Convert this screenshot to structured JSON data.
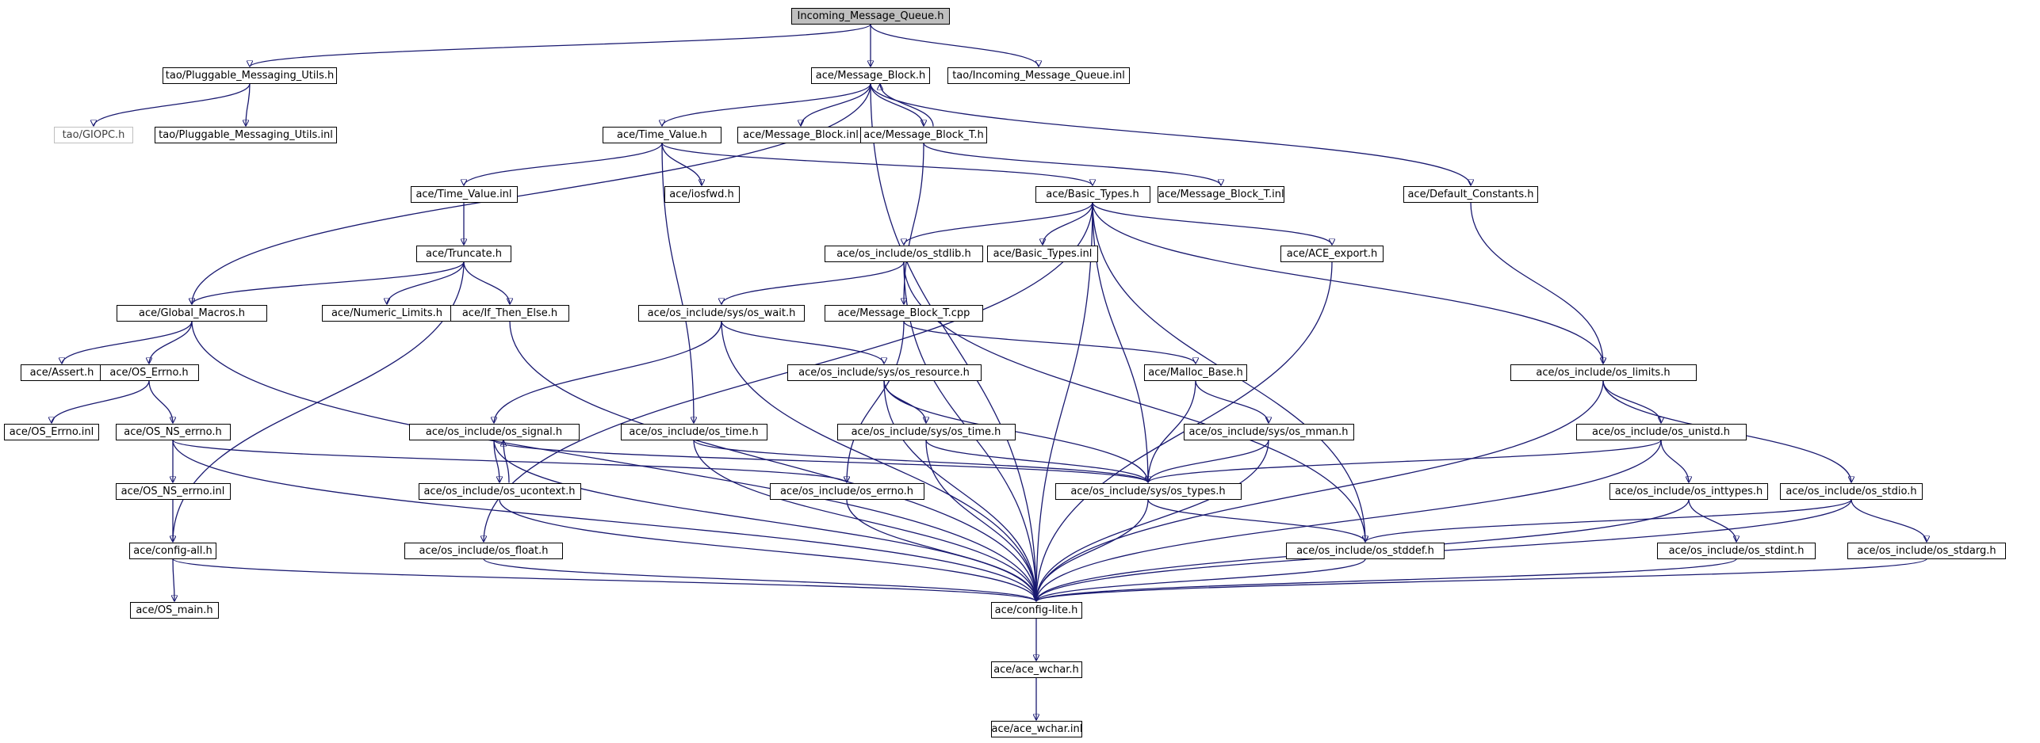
{
  "diagram": {
    "type": "include-dependency-graph",
    "nodes": [
      {
        "label": "Incoming_Message_Queue.h",
        "style": "root"
      },
      {
        "label": "tao/Pluggable_Messaging_Utils.h",
        "style": "normal"
      },
      {
        "label": "ace/Message_Block.h",
        "style": "normal"
      },
      {
        "label": "tao/Incoming_Message_Queue.inl",
        "style": "normal"
      },
      {
        "label": "tao/GIOPC.h",
        "style": "external"
      },
      {
        "label": "tao/Pluggable_Messaging_Utils.inl",
        "style": "normal"
      },
      {
        "label": "ace/Time_Value.h",
        "style": "normal"
      },
      {
        "label": "ace/Message_Block.inl",
        "style": "normal"
      },
      {
        "label": "ace/Message_Block_T.h",
        "style": "normal"
      },
      {
        "label": "ace/Time_Value.inl",
        "style": "normal"
      },
      {
        "label": "ace/iosfwd.h",
        "style": "normal"
      },
      {
        "label": "ace/Basic_Types.h",
        "style": "normal"
      },
      {
        "label": "ace/Message_Block_T.inl",
        "style": "normal"
      },
      {
        "label": "ace/Default_Constants.h",
        "style": "normal"
      },
      {
        "label": "ace/Truncate.h",
        "style": "normal"
      },
      {
        "label": "ace/os_include/os_stdlib.h",
        "style": "normal"
      },
      {
        "label": "ace/Basic_Types.inl",
        "style": "normal"
      },
      {
        "label": "ace/ACE_export.h",
        "style": "normal"
      },
      {
        "label": "ace/Global_Macros.h",
        "style": "normal"
      },
      {
        "label": "ace/Numeric_Limits.h",
        "style": "normal"
      },
      {
        "label": "ace/If_Then_Else.h",
        "style": "normal"
      },
      {
        "label": "ace/os_include/sys/os_wait.h",
        "style": "normal"
      },
      {
        "label": "ace/Message_Block_T.cpp",
        "style": "normal"
      },
      {
        "label": "ace/Assert.h",
        "style": "normal"
      },
      {
        "label": "ace/OS_Errno.h",
        "style": "normal"
      },
      {
        "label": "ace/os_include/sys/os_resource.h",
        "style": "normal"
      },
      {
        "label": "ace/Malloc_Base.h",
        "style": "normal"
      },
      {
        "label": "ace/os_include/os_limits.h",
        "style": "normal"
      },
      {
        "label": "ace/OS_Errno.inl",
        "style": "normal"
      },
      {
        "label": "ace/OS_NS_errno.h",
        "style": "normal"
      },
      {
        "label": "ace/os_include/os_signal.h",
        "style": "normal"
      },
      {
        "label": "ace/os_include/os_time.h",
        "style": "normal"
      },
      {
        "label": "ace/os_include/sys/os_time.h",
        "style": "normal"
      },
      {
        "label": "ace/os_include/sys/os_mman.h",
        "style": "normal"
      },
      {
        "label": "ace/os_include/os_unistd.h",
        "style": "normal"
      },
      {
        "label": "ace/OS_NS_errno.inl",
        "style": "normal"
      },
      {
        "label": "ace/os_include/os_ucontext.h",
        "style": "normal"
      },
      {
        "label": "ace/os_include/os_errno.h",
        "style": "normal"
      },
      {
        "label": "ace/os_include/sys/os_types.h",
        "style": "normal"
      },
      {
        "label": "ace/os_include/os_inttypes.h",
        "style": "normal"
      },
      {
        "label": "ace/os_include/os_stdio.h",
        "style": "normal"
      },
      {
        "label": "ace/config-all.h",
        "style": "normal"
      },
      {
        "label": "ace/os_include/os_float.h",
        "style": "normal"
      },
      {
        "label": "ace/os_include/os_stddef.h",
        "style": "normal"
      },
      {
        "label": "ace/os_include/os_stdint.h",
        "style": "normal"
      },
      {
        "label": "ace/os_include/os_stdarg.h",
        "style": "normal"
      },
      {
        "label": "ace/OS_main.h",
        "style": "normal"
      },
      {
        "label": "ace/config-lite.h",
        "style": "normal"
      },
      {
        "label": "ace/ace_wchar.h",
        "style": "normal"
      },
      {
        "label": "ace/ace_wchar.inl",
        "style": "normal"
      }
    ],
    "edges": [
      [
        0,
        1
      ],
      [
        0,
        2
      ],
      [
        0,
        3
      ],
      [
        1,
        4
      ],
      [
        1,
        5
      ],
      [
        2,
        18
      ],
      [
        2,
        6
      ],
      [
        2,
        7
      ],
      [
        2,
        8
      ],
      [
        2,
        13
      ],
      [
        2,
        47
      ],
      [
        8,
        2
      ],
      [
        8,
        12
      ],
      [
        8,
        22
      ],
      [
        6,
        9
      ],
      [
        6,
        10
      ],
      [
        6,
        11
      ],
      [
        6,
        31
      ],
      [
        9,
        14
      ],
      [
        14,
        18
      ],
      [
        14,
        19
      ],
      [
        14,
        20
      ],
      [
        14,
        41
      ],
      [
        11,
        15
      ],
      [
        11,
        16
      ],
      [
        11,
        17
      ],
      [
        11,
        27
      ],
      [
        11,
        38
      ],
      [
        11,
        43
      ],
      [
        11,
        47
      ],
      [
        11,
        42
      ],
      [
        15,
        21
      ],
      [
        15,
        47
      ],
      [
        15,
        43
      ],
      [
        13,
        27
      ],
      [
        17,
        47
      ],
      [
        18,
        23
      ],
      [
        18,
        24
      ],
      [
        18,
        47
      ],
      [
        24,
        28
      ],
      [
        24,
        29
      ],
      [
        20,
        47
      ],
      [
        21,
        30
      ],
      [
        21,
        25
      ],
      [
        21,
        47
      ],
      [
        22,
        26
      ],
      [
        22,
        37
      ],
      [
        25,
        32
      ],
      [
        25,
        38
      ],
      [
        25,
        47
      ],
      [
        26,
        33
      ],
      [
        26,
        38
      ],
      [
        27,
        34
      ],
      [
        27,
        40
      ],
      [
        27,
        47
      ],
      [
        29,
        35
      ],
      [
        29,
        37
      ],
      [
        29,
        47
      ],
      [
        30,
        36
      ],
      [
        30,
        38
      ],
      [
        30,
        47
      ],
      [
        36,
        30
      ],
      [
        36,
        47
      ],
      [
        31,
        38
      ],
      [
        31,
        47
      ],
      [
        32,
        38
      ],
      [
        32,
        47
      ],
      [
        33,
        38
      ],
      [
        33,
        47
      ],
      [
        34,
        38
      ],
      [
        34,
        39
      ],
      [
        34,
        47
      ],
      [
        35,
        41
      ],
      [
        37,
        47
      ],
      [
        38,
        43
      ],
      [
        38,
        47
      ],
      [
        39,
        44
      ],
      [
        39,
        47
      ],
      [
        40,
        43
      ],
      [
        40,
        45
      ],
      [
        40,
        47
      ],
      [
        41,
        46
      ],
      [
        41,
        47
      ],
      [
        42,
        47
      ],
      [
        43,
        47
      ],
      [
        44,
        47
      ],
      [
        45,
        47
      ],
      [
        47,
        48
      ],
      [
        48,
        49
      ]
    ]
  }
}
